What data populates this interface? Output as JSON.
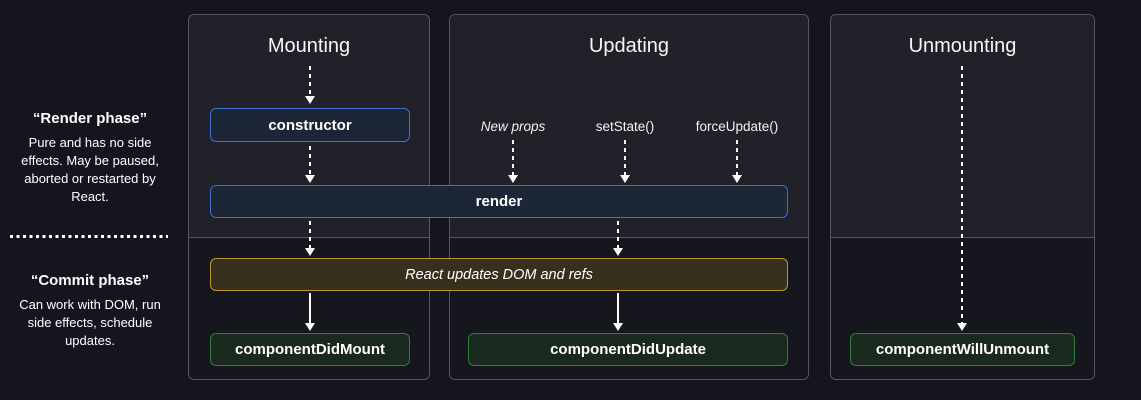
{
  "colors": {
    "page_bg": "#14151e",
    "panel_top_bg": "#212229",
    "panel_bottom_bg": "#16171e",
    "panel_border": "#56585f",
    "blue_border": "#3b6fd1",
    "blue_bg": "#1d2636",
    "gold_border": "#bf9433",
    "gold_bg": "#37301d",
    "green_border": "#2e7d3c",
    "green_bg": "#1a291d",
    "text": "#ffffff"
  },
  "sidebar": {
    "render_phase": {
      "title": "“Render phase”",
      "description": "Pure and has no side effects. May be paused, aborted or restarted by React."
    },
    "commit_phase": {
      "title": "“Commit phase”",
      "description": "Can work with DOM, run side effects, schedule updates."
    }
  },
  "columns": {
    "mounting": {
      "title": "Mounting"
    },
    "updating": {
      "title": "Updating",
      "triggers": [
        "New props",
        "setState()",
        "forceUpdate()"
      ]
    },
    "unmounting": {
      "title": "Unmounting"
    }
  },
  "nodes": {
    "constructor": "constructor",
    "render": "render",
    "react_updates_dom": "React updates DOM and refs",
    "component_did_mount": "componentDidMount",
    "component_did_update": "componentDidUpdate",
    "component_will_unmount": "componentWillUnmount"
  }
}
